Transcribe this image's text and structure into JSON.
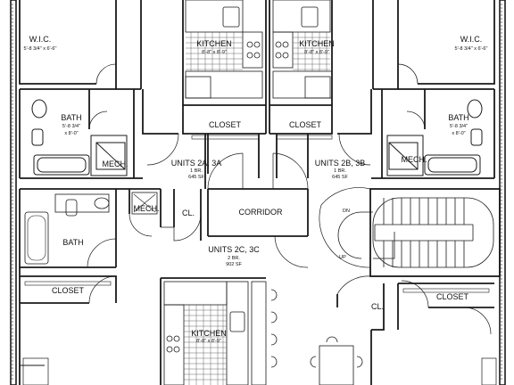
{
  "rooms": {
    "wic_left": {
      "name": "W.I.C.",
      "dims": "5'-8 3/4\" x 6'-6\""
    },
    "wic_right": {
      "name": "W.I.C.",
      "dims": "5'-8 3/4\" x 6'-6\""
    },
    "kitchen_2a": {
      "name": "KITCHEN",
      "dims": "8'-8\" x 8'-9\""
    },
    "kitchen_2b": {
      "name": "KITCHEN",
      "dims": "8'-8\" x 8'-9\""
    },
    "kitchen_2c": {
      "name": "KITCHEN",
      "dims": "8'-8\" x 8'-9\""
    },
    "bath_left": {
      "name": "BATH",
      "dims_line1": "5'-8 3/4\"",
      "dims_line2": "x 8'-0\""
    },
    "bath_right": {
      "name": "BATH",
      "dims_line1": "5'-8 3/4\"",
      "dims_line2": "x 8'-0\""
    },
    "bath_2c": {
      "name": "BATH"
    },
    "closet_2a": "CLOSET",
    "closet_2b": "CLOSET",
    "closet_2c": "CLOSET",
    "closet_right": "CLOSET",
    "mech_left": "MECH.",
    "mech_right": "MECH.",
    "mech_2c": "MECH.",
    "cl_left": "CL.",
    "cl_right": "CL.",
    "corridor": "CORRIDOR",
    "stair_dn": "DN",
    "stair_up": "UP"
  },
  "units": {
    "a": {
      "title": "UNITS 2A, 3A",
      "br": "1 BR.",
      "sf": "645 SF"
    },
    "b": {
      "title": "UNITS 2B, 3B",
      "br": "1 BR.",
      "sf": "645 SF"
    },
    "c": {
      "title": "UNITS 2C, 3C",
      "br": "2 BR.",
      "sf": "902 SF"
    }
  },
  "colors": {
    "line": "#1a1a1a",
    "wall_fill": "#ffffff",
    "background": "#ffffff",
    "grid": "#444444"
  }
}
